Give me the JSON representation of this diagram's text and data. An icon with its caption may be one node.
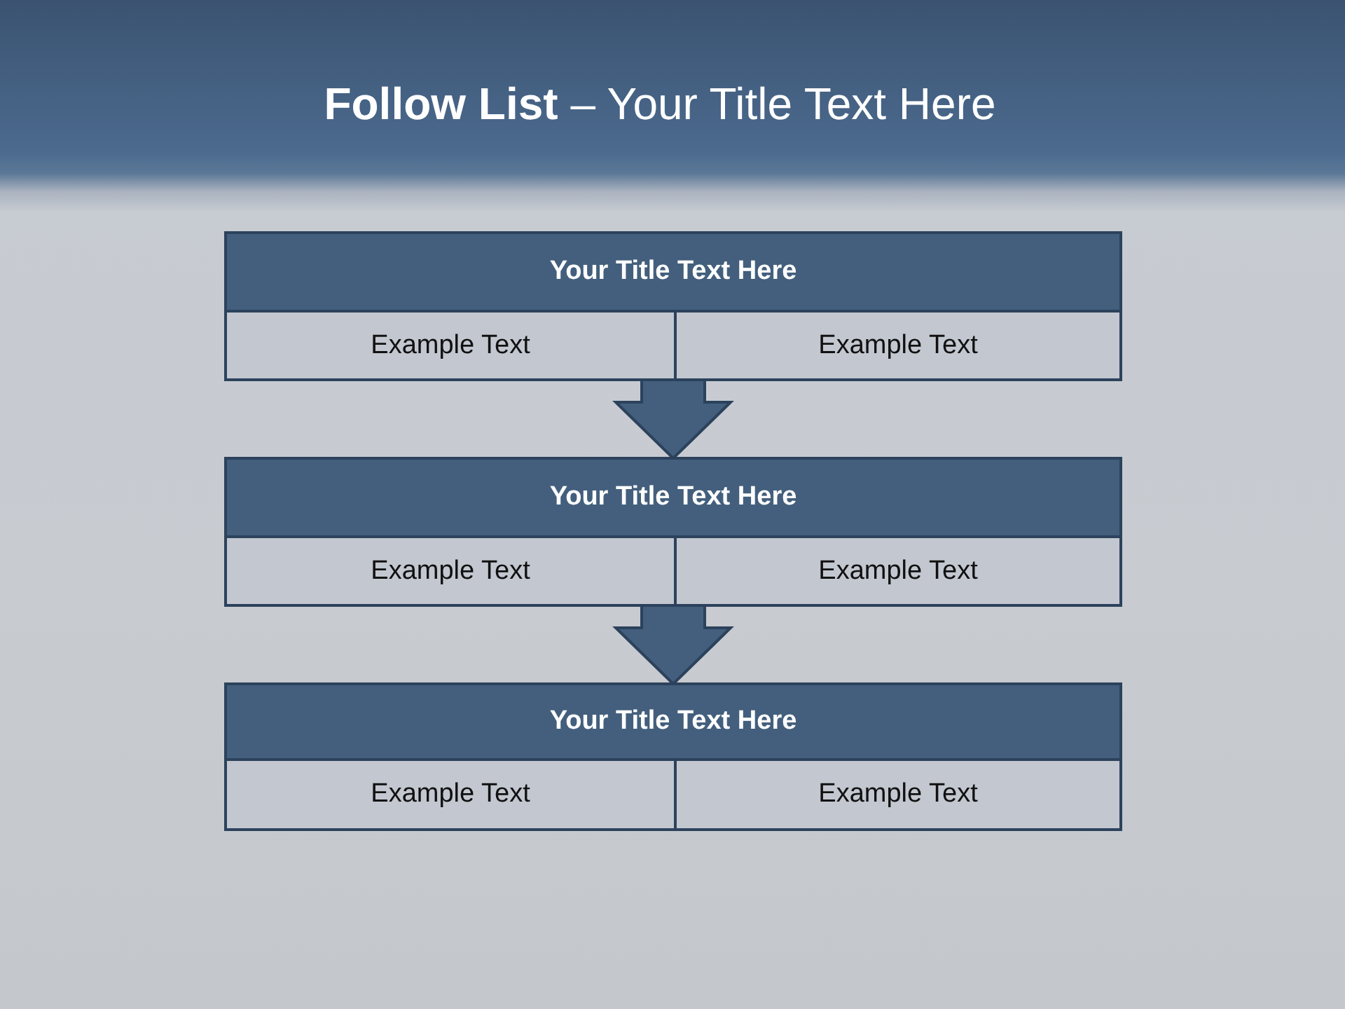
{
  "diagram": {
    "title": "**Follow List** – Your Title Text Here",
    "nodes": [
      {
        "text": [],
        "shape": "box"
      },
      {
        "text": [
          "Your Title Text Here"
        ],
        "in": 0
      },
      {
        "text": [
          "Example Text"
        ],
        "in": 0
      },
      {
        "text": [
          "Example Text"
        ],
        "in": 0
      },
      {
        "text": [],
        "shape": "box"
      },
      {
        "text": [
          "Your Title Text Here"
        ],
        "in": 4
      },
      {
        "text": [
          "Example Text"
        ],
        "in": 4
      },
      {
        "text": [
          "Example Text"
        ],
        "in": 4
      },
      {
        "text": [],
        "shape": "box"
      },
      {
        "text": [
          "Your Title Text Here"
        ],
        "in": 8
      },
      {
        "text": [
          "Example Text"
        ],
        "in": 8
      },
      {
        "text": [
          "Example Text"
        ],
        "in": 8
      }
    ],
    "edges": [
      {
        "from": 0,
        "to": 4,
        "arrow": "to"
      },
      {
        "from": 4,
        "to": 8,
        "arrow": "to"
      }
    ]
  }
}
